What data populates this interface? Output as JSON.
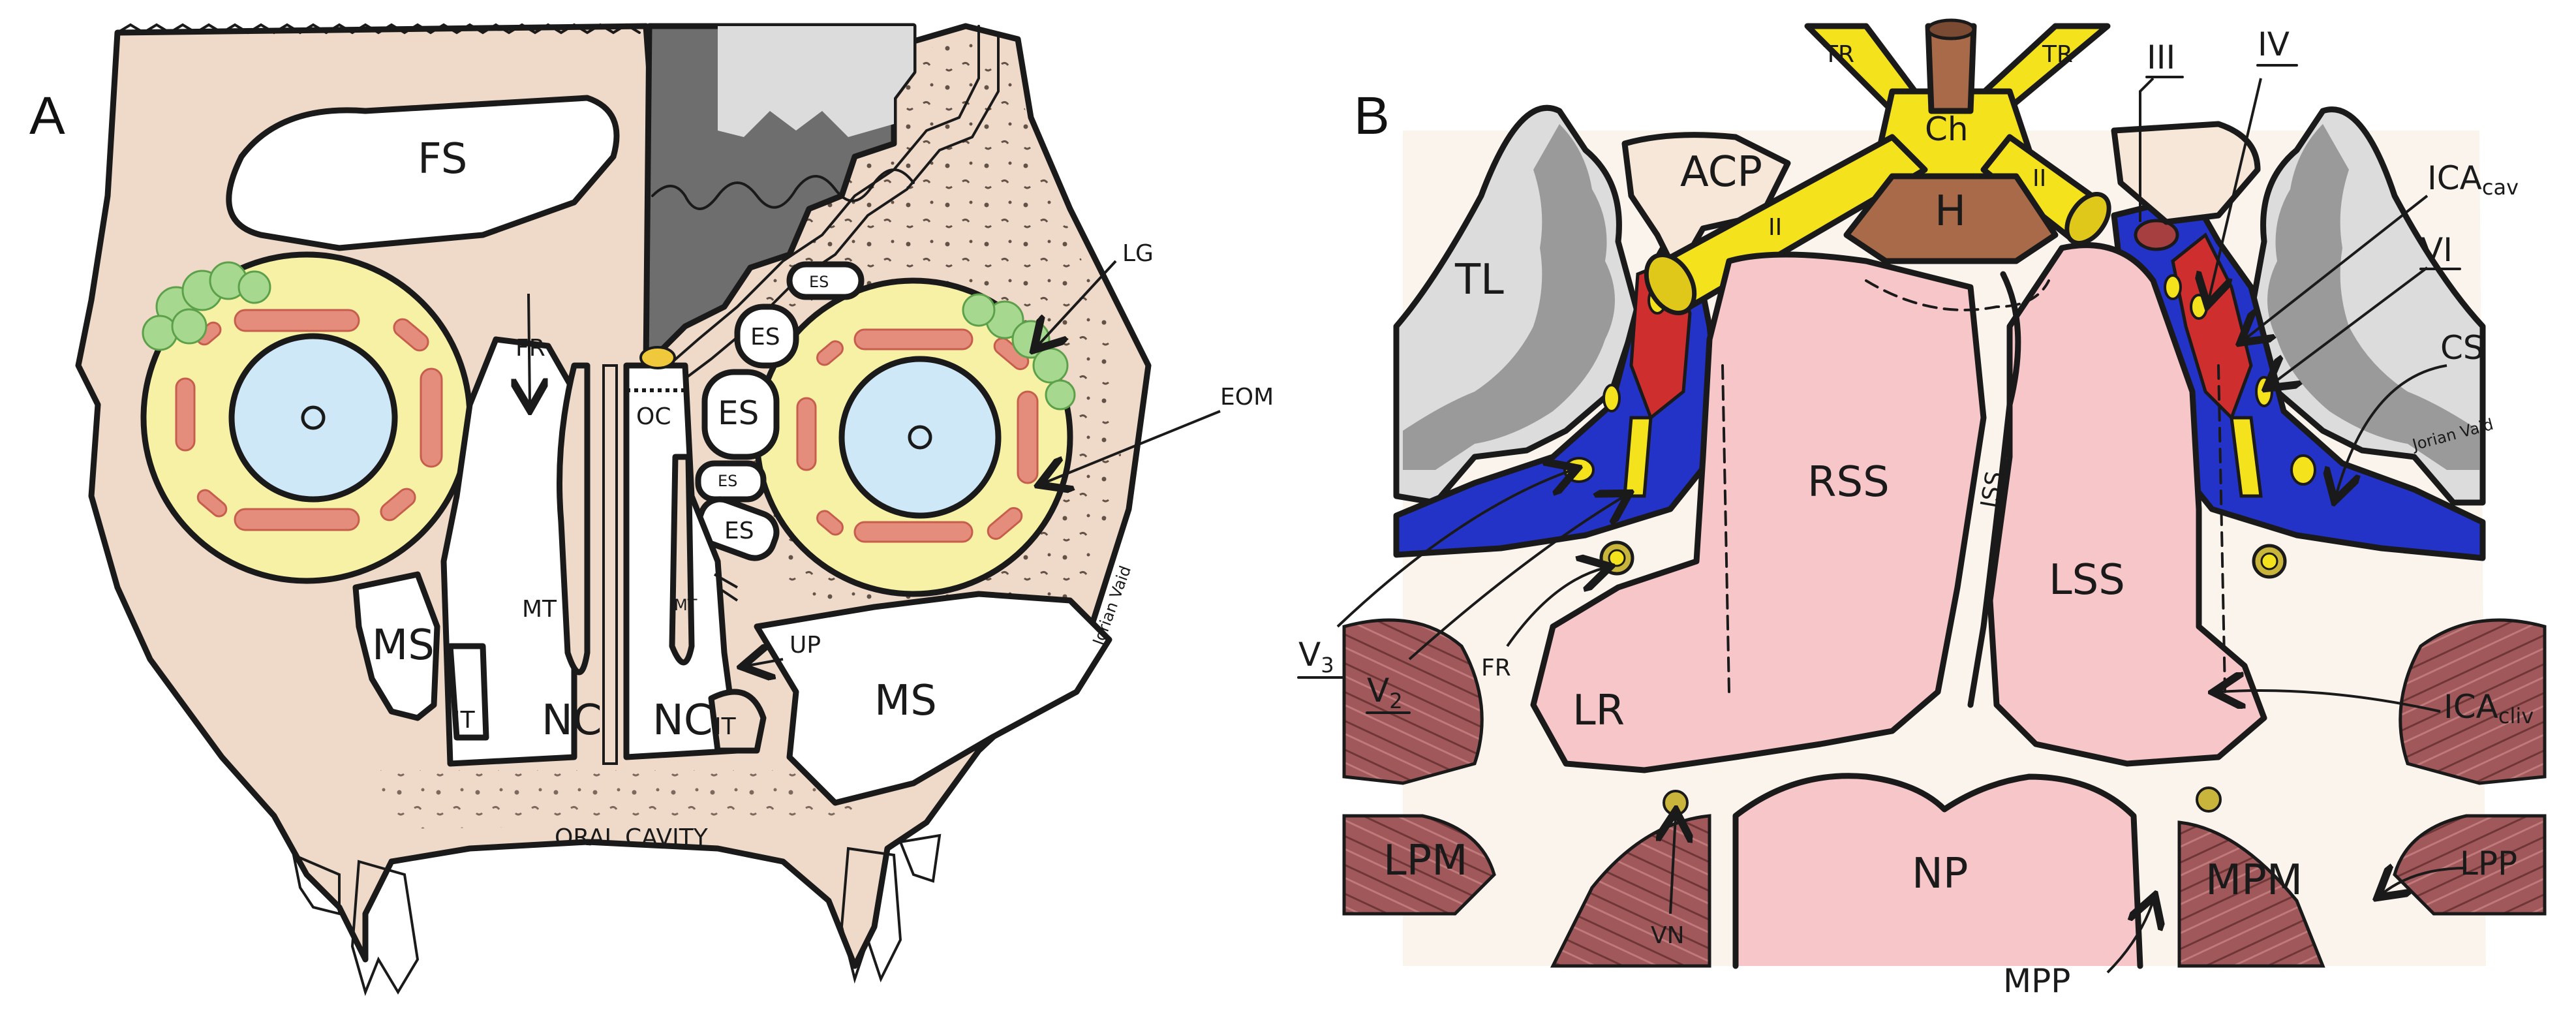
{
  "colors": {
    "bone": "#efd9c9",
    "sinus": "#ffffff",
    "orbit_fat": "#f7f1a6",
    "globe": "#cfe8f7",
    "muscle": "#e58d7c",
    "lacrimal": "#a6d98f",
    "brain": "#9a9a9a",
    "brain_light": "#d9d9d9",
    "sphenoid": "#f6c6c9",
    "cavernous_venous": "#2433c7",
    "ica": "#cf2e2e",
    "nerve": "#f4e21d",
    "hypophysis": "#a86a48",
    "pterygoid_muscle": "#a0585a"
  },
  "panel_a": {
    "letter": "A",
    "labels": {
      "fs": "FS",
      "fr": "FR",
      "lg": "LG",
      "eom": "EOM",
      "es1": "ES",
      "es2": "ES",
      "es3": "ES",
      "es4": "ES",
      "es5": "ES",
      "oc": "OC",
      "mt_left": "MT",
      "mt_right": "MT",
      "ms_left": "MS",
      "ms_right": "MS",
      "it_left": "IT",
      "it_right": "IT",
      "nc_left": "NC",
      "nc_right": "NC",
      "up": "UP",
      "oral_cavity": "ORAL CAVITY",
      "signature": "Jorian Vaid"
    }
  },
  "panel_b": {
    "letter": "B",
    "labels": {
      "tr_left": "TR",
      "tr_right": "TR",
      "ch": "Ch",
      "h": "H",
      "acp": "ACP",
      "ii_left": "II",
      "ii_right": "II",
      "iii": "III",
      "iv": "IV",
      "vi": "VI",
      "ica_cav_main": "ICA",
      "ica_cav_sub": "cav",
      "cs": "CS",
      "tl": "TL",
      "rss": "RSS",
      "iss": "ISS",
      "lss": "LSS",
      "lr": "LR",
      "v3_main": "V",
      "v3_sub": "3",
      "v2_main": "V",
      "v2_sub": "2",
      "fr": "FR",
      "ica_cliv_main": "ICA",
      "ica_cliv_sub": "cliv",
      "lpm": "LPM",
      "lpp": "LPP",
      "vn": "VN",
      "np": "NP",
      "mpm": "MPM",
      "mpp": "MPP",
      "signature": "Jorian Vaid"
    }
  }
}
